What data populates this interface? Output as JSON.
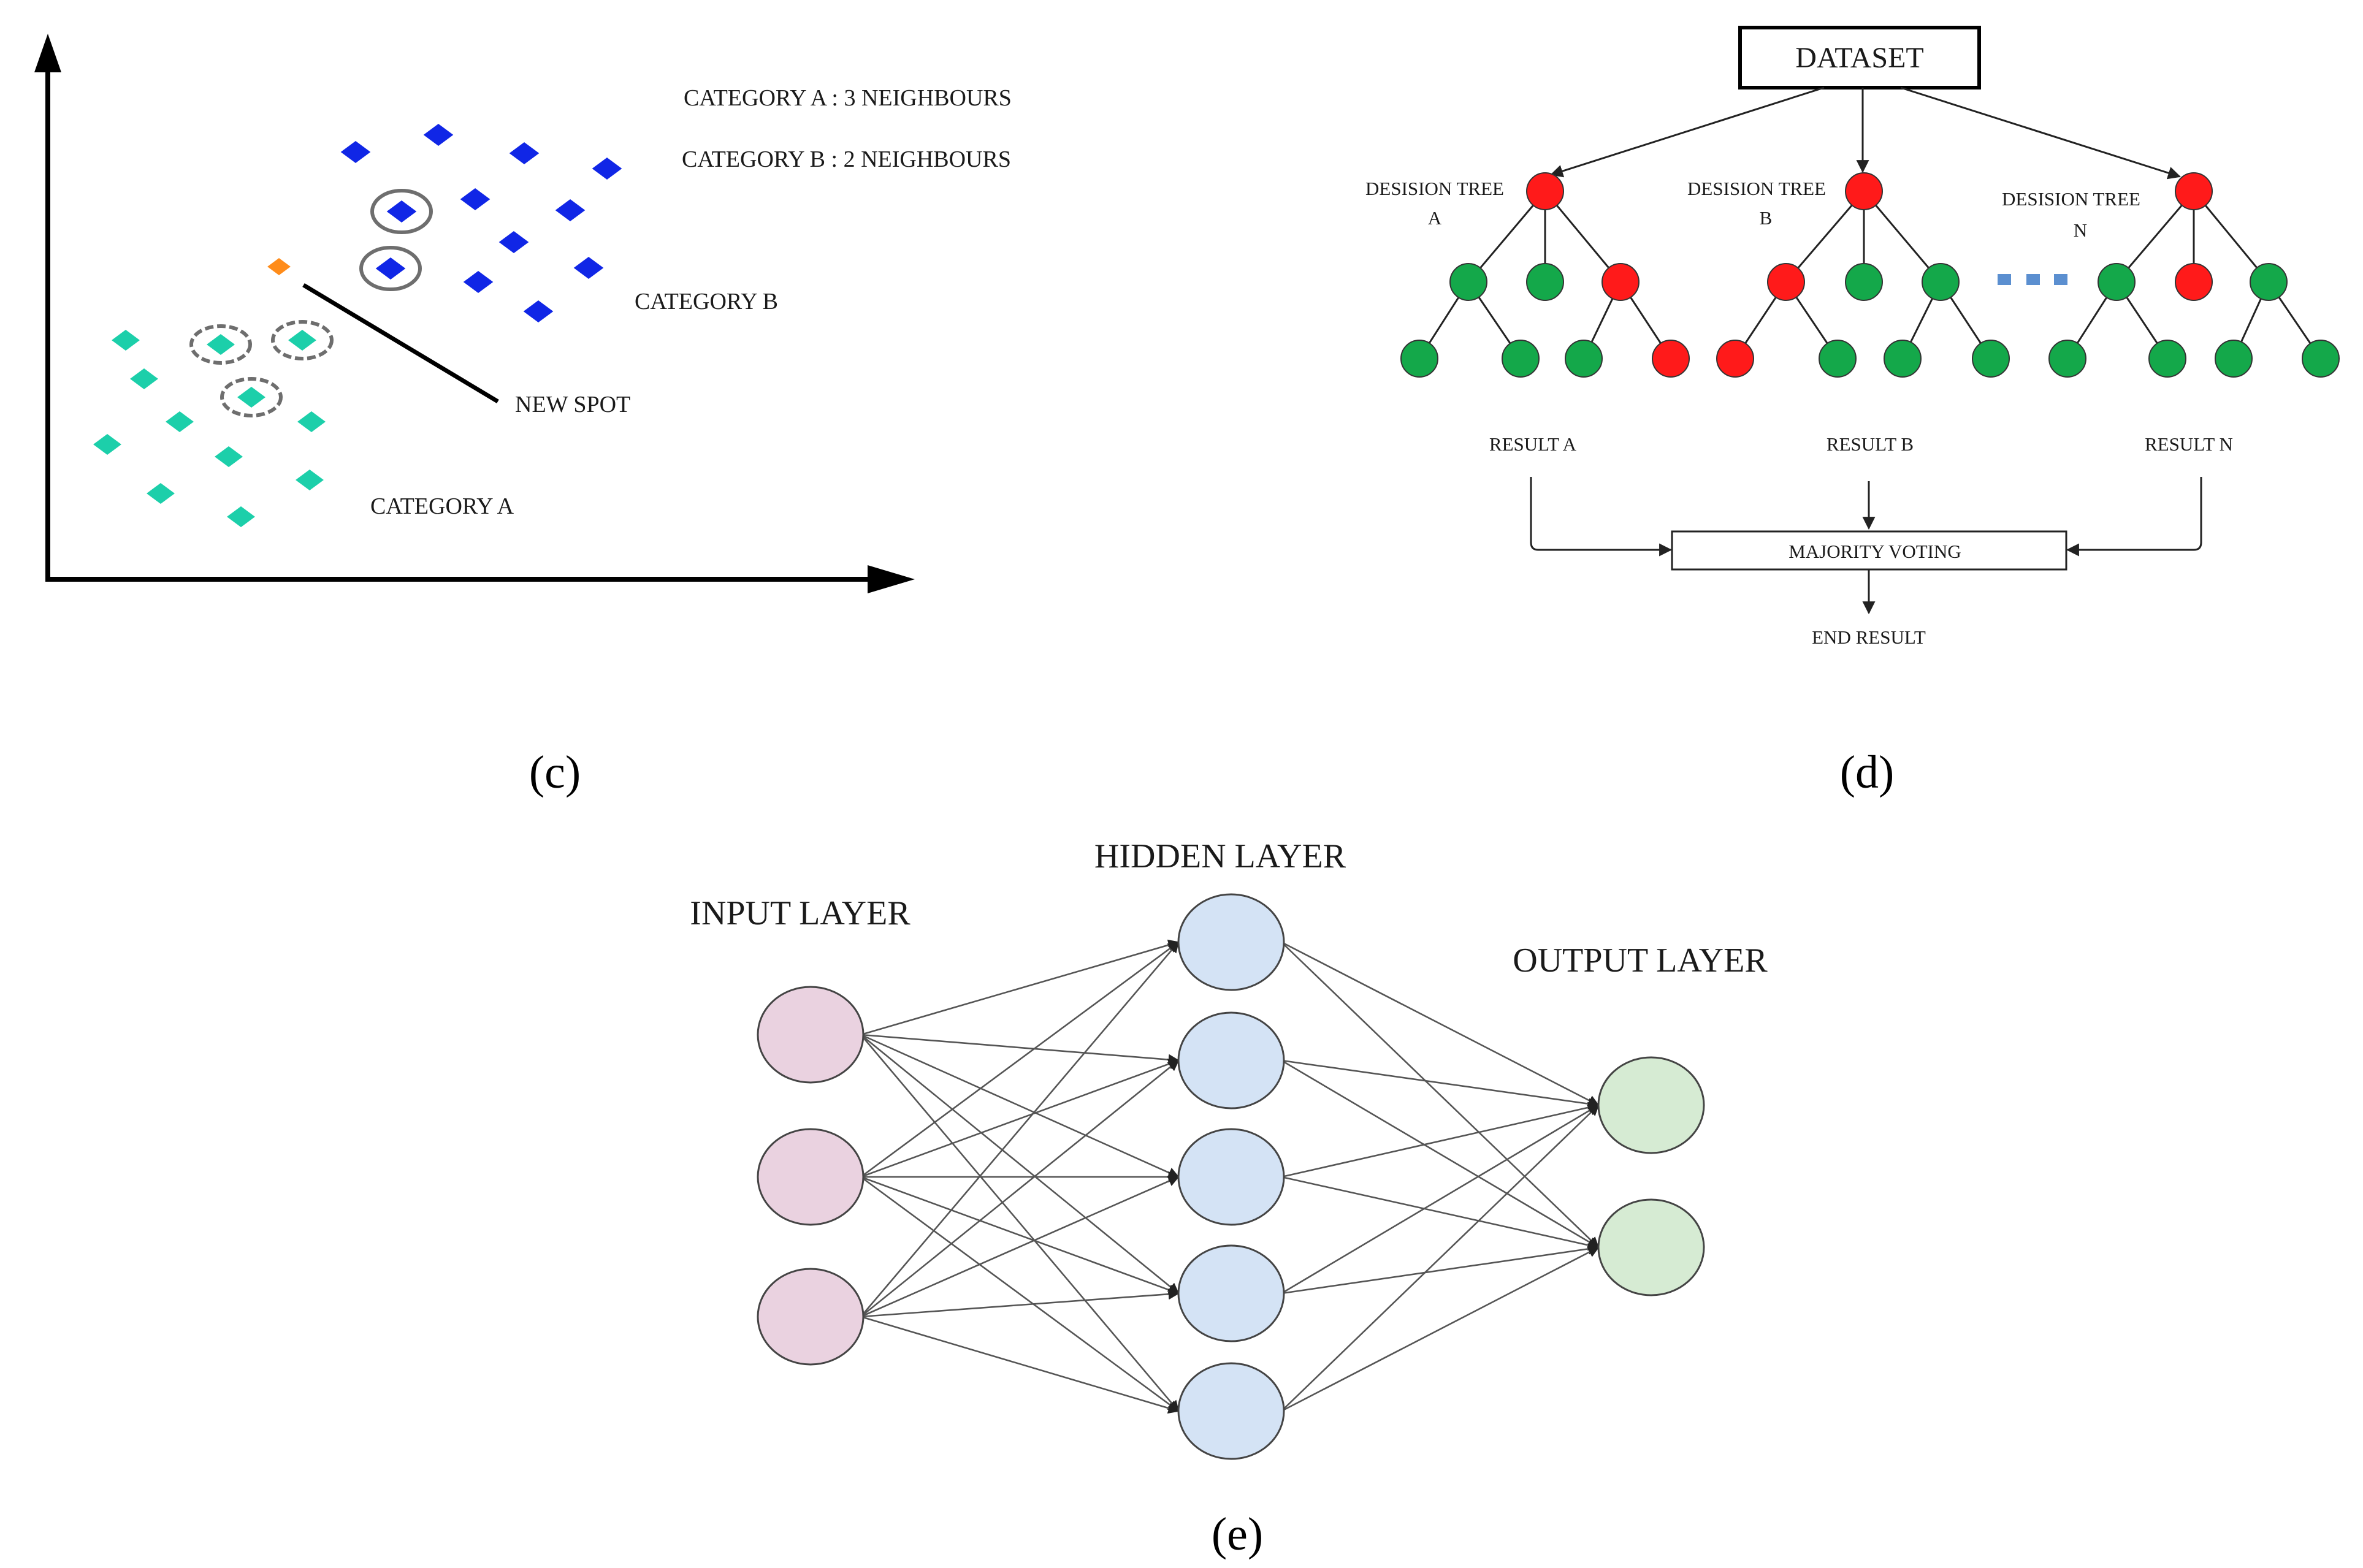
{
  "panel_c": {
    "panel_label": "(c)",
    "category_a_count_label": "CATEGORY A : 3 NEIGHBOURS",
    "category_b_count_label": "CATEGORY B : 2 NEIGHBOURS",
    "category_a_label": "CATEGORY A",
    "category_b_label": "CATEGORY B",
    "new_spot_label": "NEW SPOT",
    "colors": {
      "category_a": "#1ccfaa",
      "category_b": "#1026e6",
      "new_spot": "#ff8c1a",
      "highlight_ring": "#6e6e6e"
    }
  },
  "panel_d": {
    "panel_label": "(d)",
    "dataset_label": "DATASET",
    "trees": [
      {
        "label_line1": "DESISION TREE",
        "label_line2": "A",
        "result_label": "RESULT A"
      },
      {
        "label_line1": "DESISION TREE",
        "label_line2": "B",
        "result_label": "RESULT B"
      },
      {
        "label_line1": "DESISION TREE",
        "label_line2": "N",
        "result_label": "RESULT N"
      }
    ],
    "majority_voting_label": "MAJORITY VOTING",
    "end_result_label": "END RESULT",
    "colors": {
      "active_node": "#ff1a1a",
      "inactive_node": "#14a84a",
      "ellipsis": "#5b8fd0"
    }
  },
  "panel_e": {
    "panel_label": "(e)",
    "input_layer_label": "INPUT LAYER",
    "hidden_layer_label": "HIDDEN LAYER",
    "output_layer_label": "OUTPUT LAYER",
    "input_node_count": 3,
    "hidden_node_count": 5,
    "output_node_count": 2,
    "colors": {
      "input_node": "#ead2e0",
      "hidden_node": "#d4e3f5",
      "output_node": "#d6ebd3",
      "edge": "#555555"
    }
  }
}
